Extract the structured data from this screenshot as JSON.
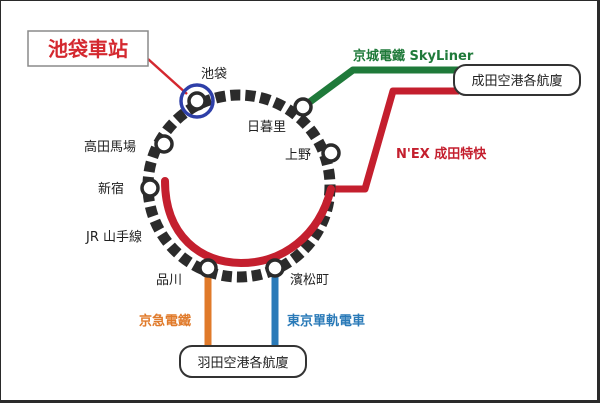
{
  "highlight_label": "池袋車站",
  "stations": {
    "ikebukuro": "池袋",
    "nippori": "日暮里",
    "takadanobaba": "高田馬場",
    "ueno": "上野",
    "shinjuku": "新宿",
    "shinagawa": "品川",
    "hamamatsucho": "濱松町"
  },
  "lines": {
    "yamanote": "JR 山手線",
    "skyliner": "京城電鐵 SkyLiner",
    "nex": "N'EX 成田特快",
    "keikyu": "京急電鐵",
    "monorail": "東京單軌電車"
  },
  "airports": {
    "narita": "成田空港各航廈",
    "haneda": "羽田空港各航廈"
  },
  "colors": {
    "highlight": "#d4282f",
    "highlight_ring": "#2e3fa8",
    "skyliner": "#1f7a3a",
    "nex": "#c41f2e",
    "keikyu": "#e07a2a",
    "monorail": "#2a7ab8",
    "loop": "#2b2b2b"
  }
}
